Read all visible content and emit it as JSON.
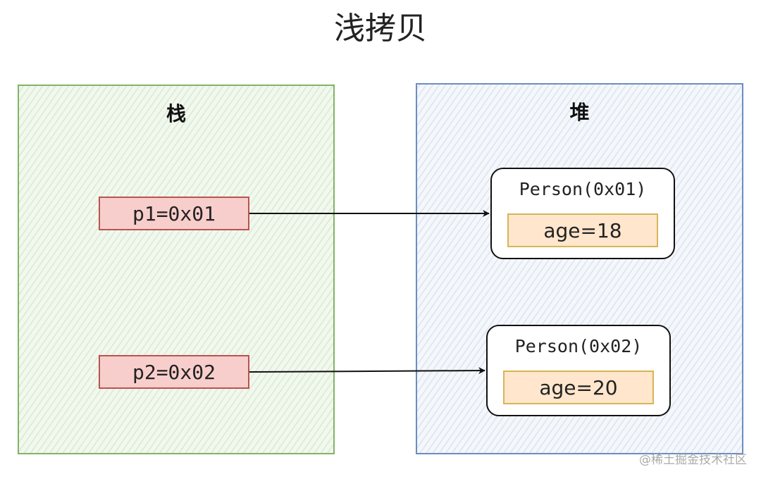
{
  "title": "浅拷贝",
  "stack": {
    "label": "栈",
    "pointers": [
      "p1=0x01",
      "p2=0x02"
    ]
  },
  "heap": {
    "label": "堆",
    "objects": [
      {
        "name": "Person(0x01)",
        "field": "age=18"
      },
      {
        "name": "Person(0x02)",
        "field": "age=20"
      }
    ]
  },
  "watermark": "@稀土掘金技术社区",
  "colors": {
    "stack_border": "#82b366",
    "heap_border": "#6c8ebf",
    "pointer_fill": "#f8cecc",
    "field_fill": "#ffe6cc"
  }
}
